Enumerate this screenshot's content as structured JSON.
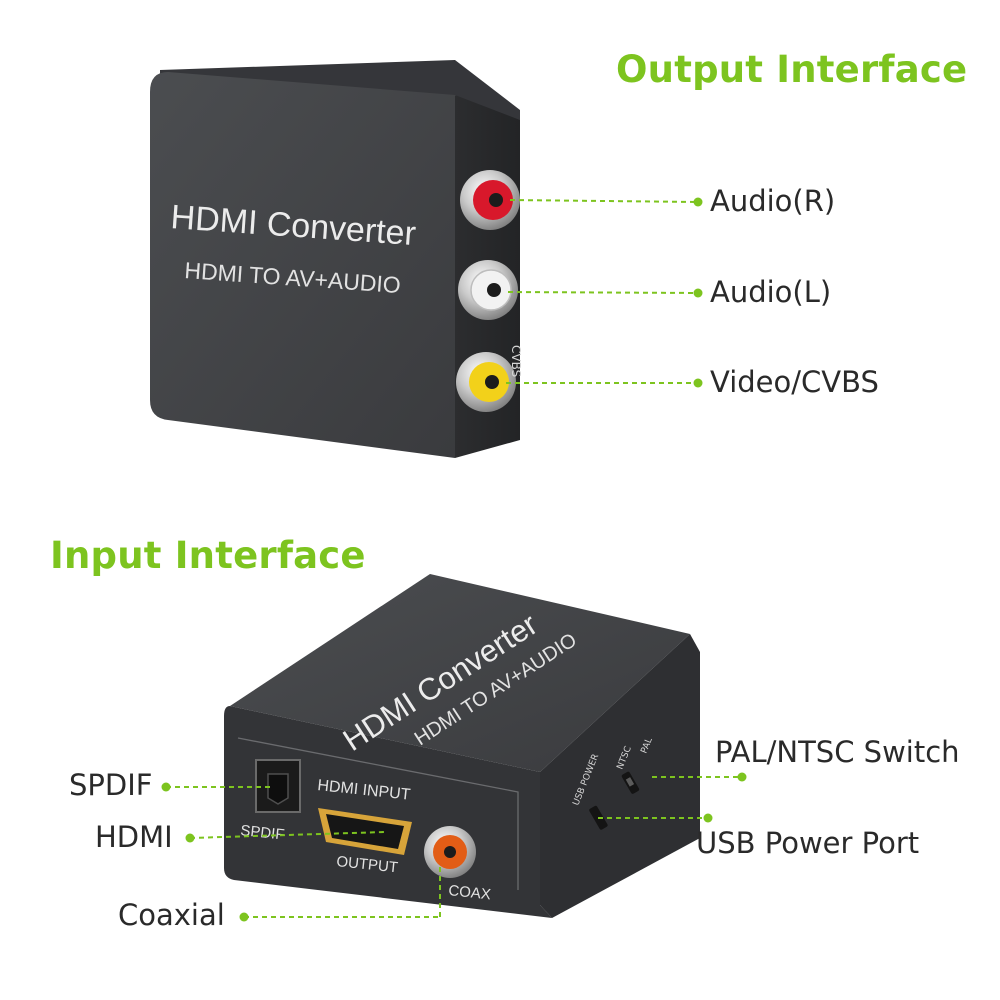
{
  "theme": {
    "accent": "#7dc41f",
    "label_text": "#2a2a2a",
    "device_body": "#3c3d3f",
    "device_top": "#46484b",
    "device_text": "#e8e8e8"
  },
  "output_section": {
    "heading": "Output Interface",
    "device": {
      "title": "HDMI Converter",
      "subtitle": "HDMI TO AV+AUDIO",
      "side_print": "CVBS"
    },
    "callouts": [
      {
        "label": "Audio(R)",
        "jack_color": "#d8182b"
      },
      {
        "label": "Audio(L)",
        "jack_color": "#f2f2f2"
      },
      {
        "label": "Video/CVBS",
        "jack_color": "#f2d11a"
      }
    ]
  },
  "input_section": {
    "heading": "Input Interface",
    "device": {
      "title": "HDMI Converter",
      "subtitle": "HDMI TO AV+AUDIO",
      "port_hdmi_input": "HDMI INPUT",
      "port_spdif": "SPDIF",
      "port_output": "OUTPUT",
      "port_coax": "COAX",
      "side_usb_power": "USB POWER",
      "side_ntsc": "NTSC",
      "side_pal": "PAL"
    },
    "callouts": {
      "spdif": "SPDIF",
      "hdmi": "HDMI",
      "coaxial": "Coaxial",
      "pal_ntsc_switch": "PAL/NTSC Switch",
      "usb_power_port": "USB Power Port"
    }
  }
}
